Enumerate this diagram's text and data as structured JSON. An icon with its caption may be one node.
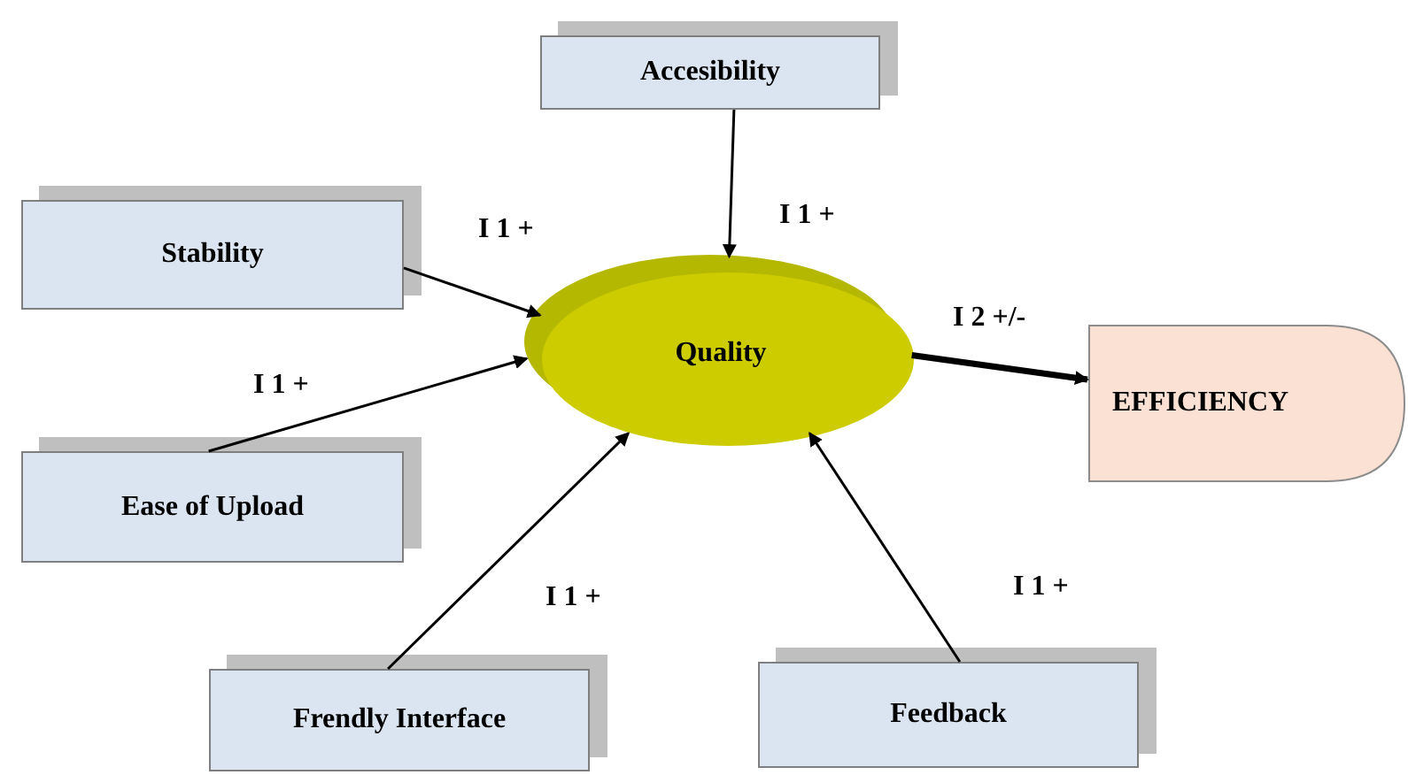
{
  "diagram": {
    "nodes": [
      {
        "text": [
          "Accesibility"
        ]
      },
      {
        "text": [
          "Stability"
        ]
      },
      {
        "text": [
          "Ease of Upload"
        ]
      },
      {
        "text": [
          "Frendly Interface"
        ]
      },
      {
        "text": [
          "Feedback"
        ]
      },
      {
        "text": [
          "Quality"
        ]
      },
      {
        "text": [
          "EFFICIENCY"
        ]
      }
    ],
    "edges": [
      {
        "from": 0,
        "to": 5,
        "arrow": "to",
        "label": "I 1 +"
      },
      {
        "from": 1,
        "to": 5,
        "arrow": "to",
        "label": "I 1 +"
      },
      {
        "from": 2,
        "to": 5,
        "arrow": "to",
        "label": "I 1 +"
      },
      {
        "from": 3,
        "to": 5,
        "arrow": "to",
        "label": "I 1 +"
      },
      {
        "from": 4,
        "to": 5,
        "arrow": "to",
        "label": "I 1 +"
      },
      {
        "from": 5,
        "to": 6,
        "arrow": "to",
        "label": "I 2 +/-",
        "style": "thick"
      }
    ]
  }
}
